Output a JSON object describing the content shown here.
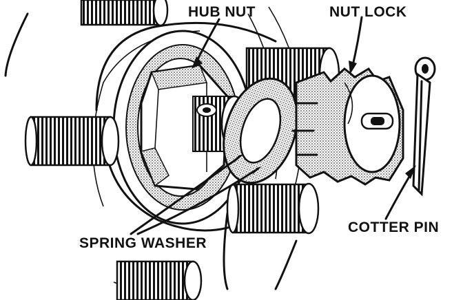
{
  "labels": {
    "hub_nut": "HUB NUT",
    "nut_lock": "NUT LOCK",
    "cotter_pin": "COTTER PIN",
    "spring_washer": "SPRING WASHER"
  },
  "colors": {
    "ink": "#111111",
    "shade": "#9a9a9a",
    "paper": "#ffffff"
  }
}
